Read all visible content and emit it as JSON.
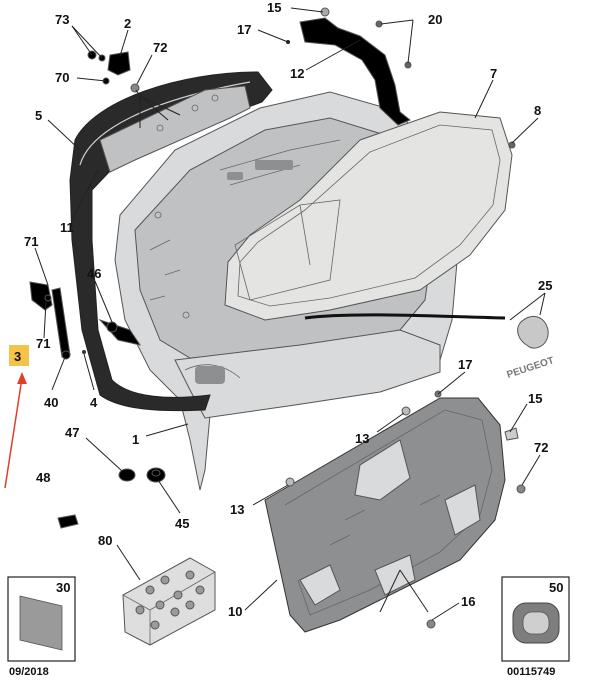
{
  "colors": {
    "panel": "#d9dadb",
    "panel_dark": "#bfc1c3",
    "trim": "#8e8f91",
    "glass": "#e4e4e3",
    "seal": "#2a2a2a",
    "highlight_box": "#f5c24a",
    "annotation_arrow": "#e0402a"
  },
  "callouts": {
    "c73": "73",
    "c2": "2",
    "c72a": "72",
    "c70": "70",
    "c5": "5",
    "c11": "11",
    "c15a": "15",
    "c17a": "17",
    "c20": "20",
    "c12": "12",
    "c7": "7",
    "c8": "8",
    "c71a": "71",
    "c71b": "71",
    "c3": "3",
    "c46": "46",
    "c40": "40",
    "c4": "4",
    "c1": "1",
    "c47": "47",
    "c45": "45",
    "c48": "48",
    "c25": "25",
    "c17b": "17",
    "c15b": "15",
    "c13a": "13",
    "c72b": "72",
    "c13b": "13",
    "c80": "80",
    "c10": "10",
    "c16": "16"
  },
  "badge": "PEUGEOT",
  "inset_left": {
    "number": "30",
    "caption": "09/2018"
  },
  "inset_right": {
    "number": "50",
    "caption": "00115749"
  }
}
